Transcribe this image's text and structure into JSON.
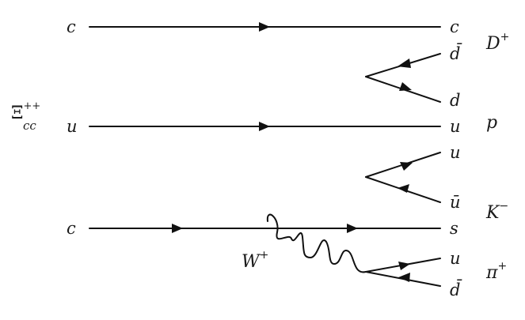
{
  "initial_state": {
    "hadron": {
      "base": "Ξ",
      "sub": "cc",
      "sup": "++"
    },
    "quarks": [
      "c",
      "u",
      "c"
    ]
  },
  "final_lines": {
    "row1": "c",
    "row2": "d̄",
    "row3": "d",
    "row4": "u",
    "row5": "u",
    "row6": "ū",
    "row7": "s",
    "row8": "u",
    "row9": "d̄"
  },
  "hadrons": {
    "dplus": {
      "base": "D",
      "sup": "+"
    },
    "proton": {
      "base": "p"
    },
    "kminus": {
      "base": "K",
      "sup": "−"
    },
    "piplus": {
      "base": "π",
      "sup": "+"
    }
  },
  "boson": {
    "base": "W",
    "sup": "+"
  }
}
